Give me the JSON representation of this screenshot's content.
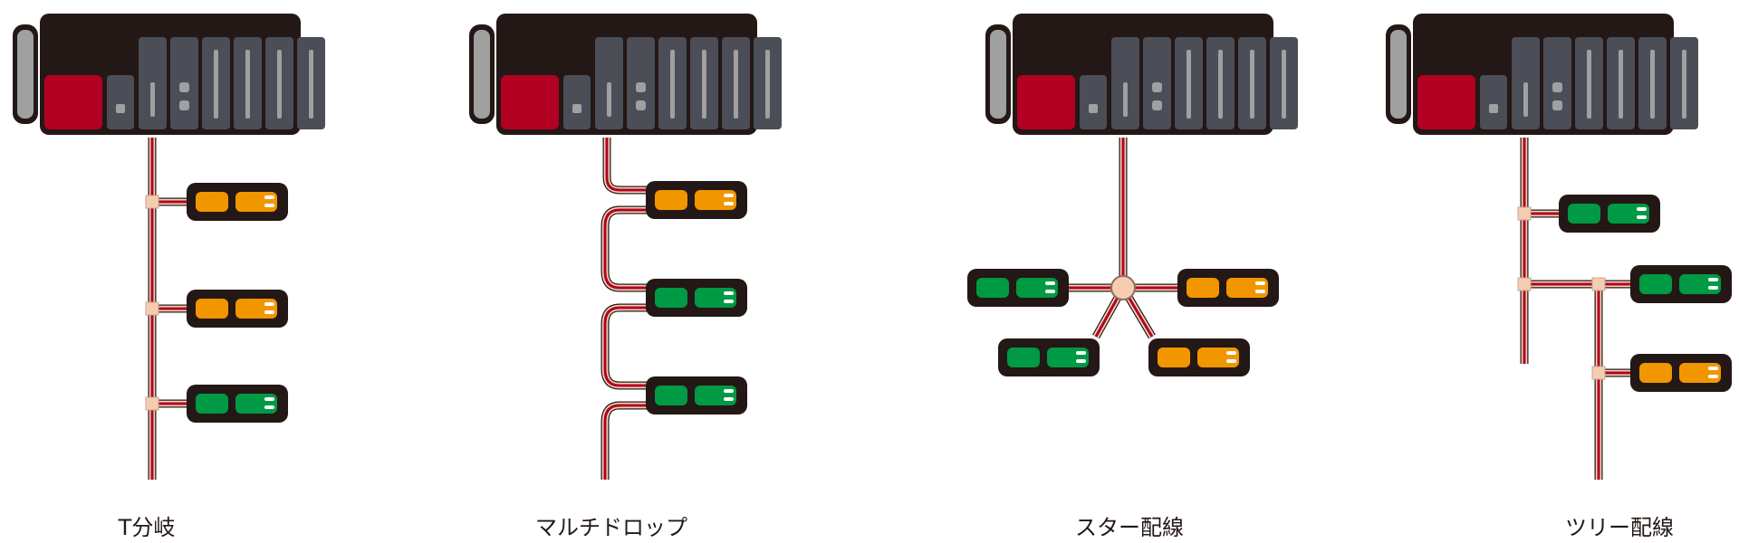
{
  "colors": {
    "plc_body": "#231815",
    "plc_slot": "#4b4d57",
    "plc_cpu": "#b20022",
    "plc_handle": "#9fa0a0",
    "wire_red": "#b20022",
    "wire_cream": "#f2d3b8",
    "device_orange": "#f29600",
    "device_green": "#009944",
    "node_fill": "#f6cdb0"
  },
  "diagrams": [
    {
      "id": "t-branch",
      "caption": "T分岐",
      "devices": [
        {
          "color": "orange"
        },
        {
          "color": "orange"
        },
        {
          "color": "green"
        }
      ]
    },
    {
      "id": "multidrop",
      "caption": "マルチドロップ",
      "devices": [
        {
          "color": "orange"
        },
        {
          "color": "green"
        },
        {
          "color": "green"
        }
      ]
    },
    {
      "id": "star",
      "caption": "スター配線",
      "devices": [
        {
          "color": "green"
        },
        {
          "color": "orange"
        },
        {
          "color": "green"
        },
        {
          "color": "orange"
        }
      ]
    },
    {
      "id": "tree",
      "caption": "ツリー配線",
      "devices": [
        {
          "color": "green"
        },
        {
          "color": "green"
        },
        {
          "color": "orange"
        }
      ]
    }
  ]
}
